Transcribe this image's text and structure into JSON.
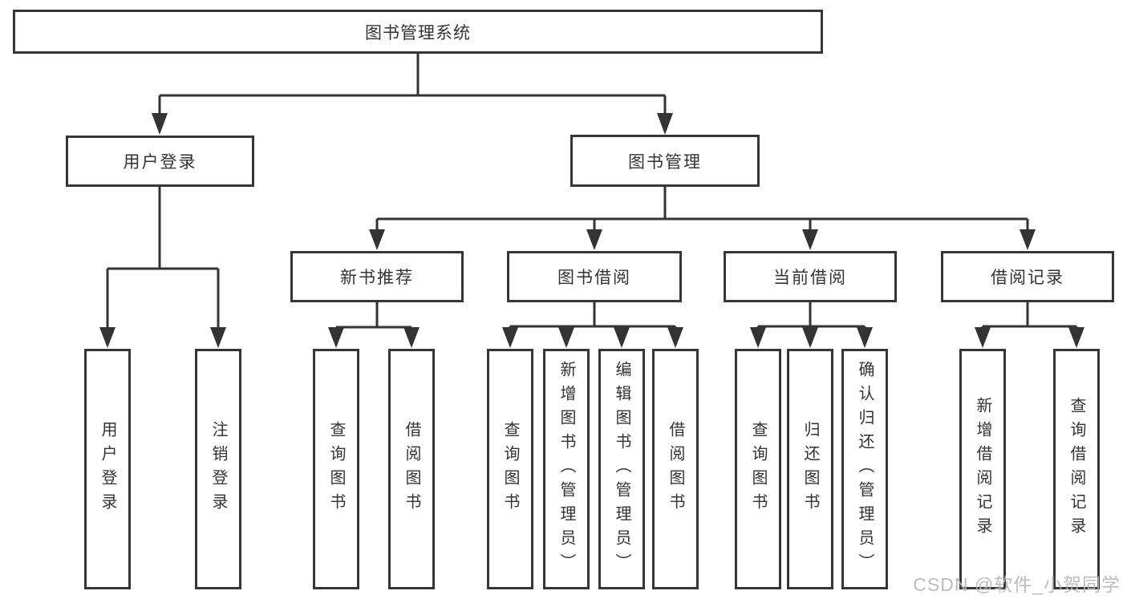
{
  "colors": {
    "line": "#333333",
    "box_border": "#363636",
    "text": "#333333",
    "watermark_text": "#b5b5b5",
    "background": "#ffffff"
  },
  "diagram": {
    "root": {
      "label": "图书管理系统"
    },
    "branches": [
      {
        "label": "用户登录",
        "children": [
          {
            "label": "用户登录"
          },
          {
            "label": "注销登录"
          }
        ]
      },
      {
        "label": "图书管理",
        "children": [
          {
            "label": "新书推荐",
            "children": [
              {
                "label": "查询图书"
              },
              {
                "label": "借阅图书"
              }
            ]
          },
          {
            "label": "图书借阅",
            "children": [
              {
                "label": "查询图书"
              },
              {
                "label": "新增图书（管理员）"
              },
              {
                "label": "编辑图书（管理员）"
              },
              {
                "label": "借阅图书"
              }
            ]
          },
          {
            "label": "当前借阅",
            "children": [
              {
                "label": "查询图书"
              },
              {
                "label": "归还图书"
              },
              {
                "label": "确认归还（管理员）"
              }
            ]
          },
          {
            "label": "借阅记录",
            "children": [
              {
                "label": "新增借阅记录"
              },
              {
                "label": "查询借阅记录"
              }
            ]
          }
        ]
      }
    ]
  },
  "watermark": {
    "label": "CSDN @软件_小贺同学"
  }
}
